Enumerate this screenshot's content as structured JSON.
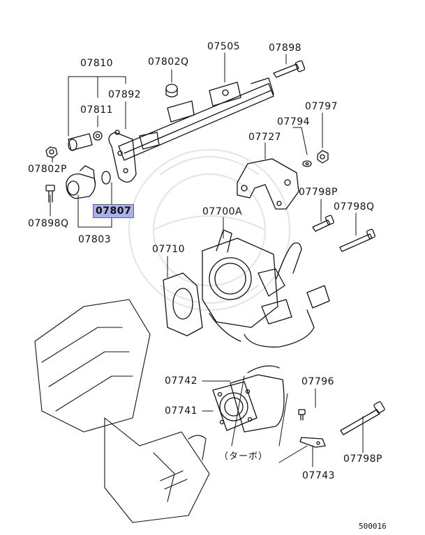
{
  "diagram_code": "500016",
  "accent_color": "#aab1e6",
  "accent_border": "#5860b8",
  "selected_part": "07807",
  "turbo_note": "（ターボ）",
  "labels": {
    "p07810": "07810",
    "p07802Q": "07802Q",
    "p07505": "07505",
    "p07898": "07898",
    "p07892": "07892",
    "p07811": "07811",
    "p07797": "07797",
    "p07794": "07794",
    "p07727": "07727",
    "p07802P": "07802P",
    "p07807": "07807",
    "p07898Q": "07898Q",
    "p07803": "07803",
    "p07798P_top": "07798P",
    "p07798Q": "07798Q",
    "p07700A": "07700A",
    "p07710": "07710",
    "p07742": "07742",
    "p07796": "07796",
    "p07741": "07741",
    "p07798P_bottom": "07798P",
    "p07743": "07743"
  }
}
